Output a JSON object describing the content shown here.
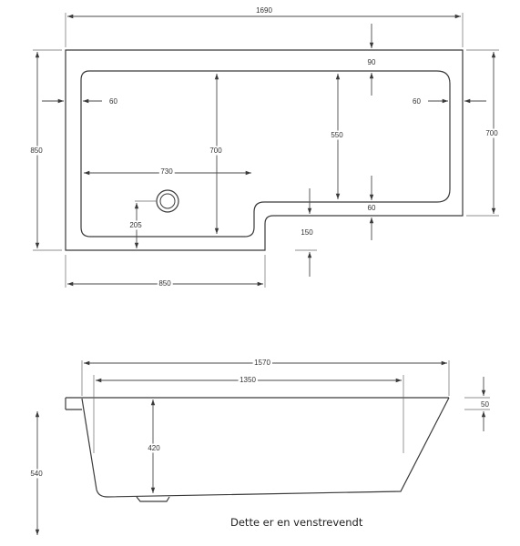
{
  "top_view": {
    "overall_length": "1690",
    "overall_width": "850",
    "wide_end_width": "850",
    "narrow_end_depth": "700",
    "inner_length_left": "730",
    "inner_depth_left": "700",
    "inner_depth_right": "550",
    "rim_left": "60",
    "rim_right": "60",
    "rim_top": "90",
    "rim_step": "60",
    "step_offset": "150",
    "drain_offset": "205"
  },
  "side_view": {
    "top_length": "1570",
    "bottom_length": "1350",
    "total_height": "540",
    "rim_height": "50",
    "inner_depth": "420"
  },
  "caption": "Dette er en venstrevendt"
}
